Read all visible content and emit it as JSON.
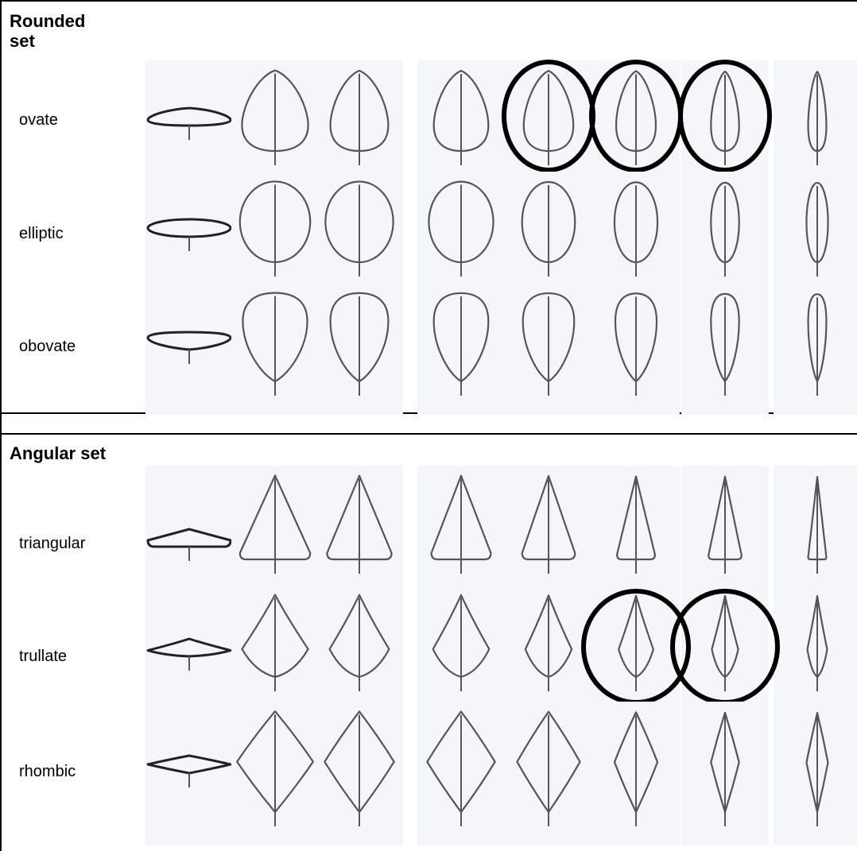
{
  "sets": [
    {
      "title": "Rounded set",
      "title_lines": [
        "Rounded",
        "set"
      ],
      "rows": [
        {
          "label": "ovate",
          "shape": "ovate",
          "widths": [
            1.0,
            0.8,
            0.7,
            0.66,
            0.6,
            0.48,
            0.34,
            0.22
          ],
          "circled": [
            4,
            5,
            6
          ]
        },
        {
          "label": "elliptic",
          "shape": "elliptic",
          "widths": [
            1.0,
            0.85,
            0.82,
            0.78,
            0.64,
            0.52,
            0.34,
            0.26
          ],
          "circled": []
        },
        {
          "label": "obovate",
          "shape": "obovate",
          "widths": [
            1.0,
            0.78,
            0.7,
            0.66,
            0.62,
            0.5,
            0.34,
            0.22
          ],
          "circled": []
        }
      ]
    },
    {
      "title": "Angular set",
      "title_lines": [
        "Angular set"
      ],
      "rows": [
        {
          "label": "triangular",
          "shape": "triangular",
          "widths": [
            1.0,
            0.85,
            0.78,
            0.72,
            0.64,
            0.46,
            0.4,
            0.22
          ],
          "circled": []
        },
        {
          "label": "trullate",
          "shape": "trullate",
          "widths": [
            1.0,
            0.8,
            0.72,
            0.68,
            0.56,
            0.42,
            0.32,
            0.24
          ],
          "circled": [
            5,
            6
          ]
        },
        {
          "label": "rhombic",
          "shape": "rhombic",
          "widths": [
            1.0,
            0.92,
            0.84,
            0.82,
            0.76,
            0.52,
            0.34,
            0.26
          ],
          "circled": []
        }
      ]
    }
  ]
}
